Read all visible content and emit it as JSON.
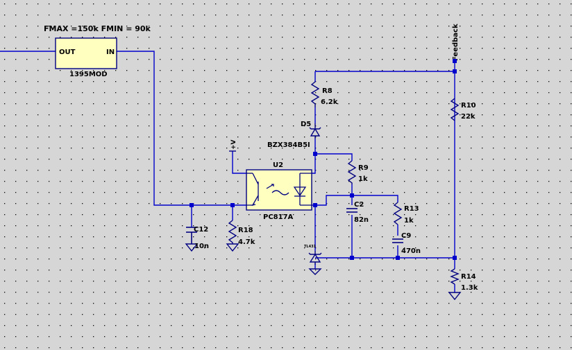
{
  "colors": {
    "background": "#d6d6d6",
    "wire": "#0000cc",
    "component": "#000080",
    "block_fill": "#ffffc0",
    "dot": "#000000"
  },
  "block": {
    "param_text": "FMAX =150k FMIN = 90k",
    "pin_out": "OUT",
    "pin_in": "IN",
    "name": "1395MOD"
  },
  "labels": {
    "feedback": "Feedback",
    "vplus": "+V",
    "r8_name": "R8",
    "r8_value": "6.2k",
    "d5_name": "D5",
    "d5_part": "BZX384B5I",
    "u2_name": "U2",
    "u2_part": "PC817A",
    "r9_name": "R9",
    "r9_value": "1k",
    "r10_name": "R10",
    "r10_value": "22k",
    "c2_name": "C2",
    "c2_value": "82n",
    "r13_name": "R13",
    "r13_value": "1k",
    "c9_name": "C9",
    "c9_value": "470n",
    "c12_name": "C12",
    "c12_value": "10n",
    "r18_name": "R18",
    "r18_value": "4.7k",
    "r14_name": "R14",
    "r14_value": "1.3k",
    "shunt_ref": "TL431"
  }
}
